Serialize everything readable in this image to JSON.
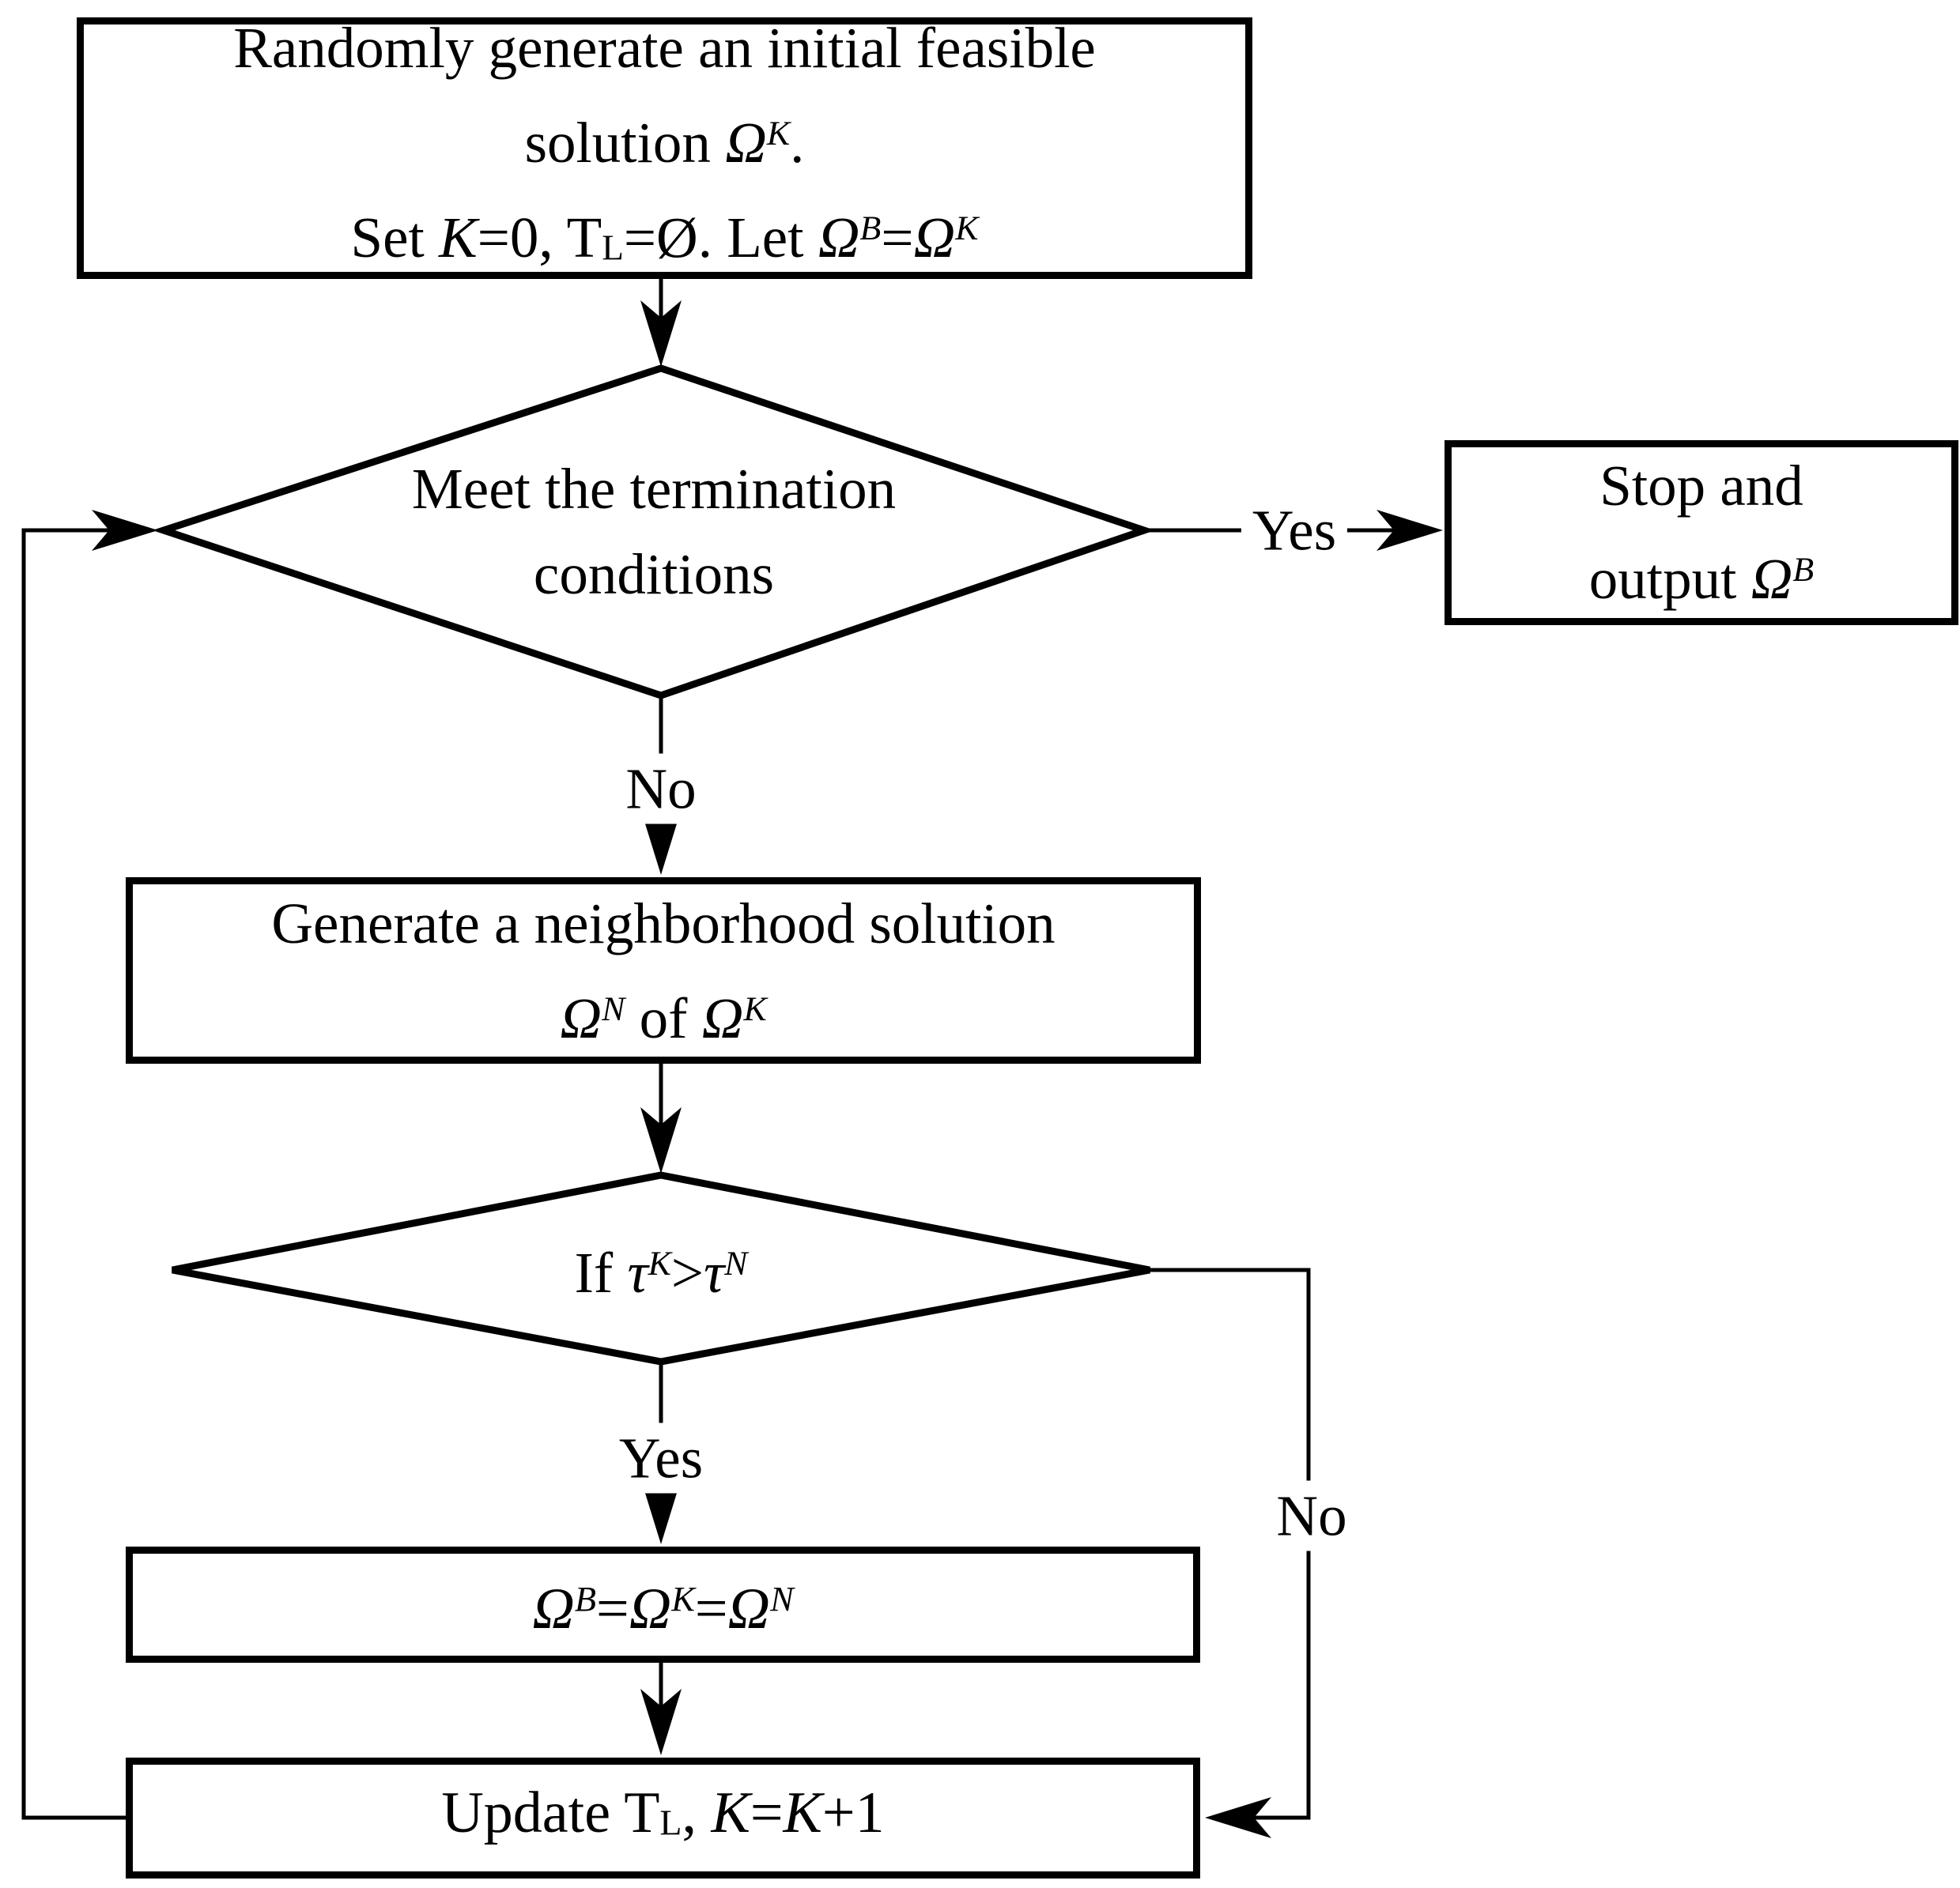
{
  "colors": {
    "stroke": "#000000",
    "background": "#ffffff"
  },
  "diagram_type": "flowchart",
  "nodes": {
    "start": {
      "shape": "rectangle",
      "line1": "Randomly generate an initial feasible",
      "line2": [
        {
          "t": "solution "
        },
        {
          "t": "Ω",
          "s": "i"
        },
        {
          "t": "K",
          "s": "i sup"
        },
        {
          "t": "."
        }
      ],
      "line3": [
        {
          "t": "Set "
        },
        {
          "t": "K",
          "s": "i"
        },
        {
          "t": "=0, T"
        },
        {
          "t": "L",
          "s": "sub"
        },
        {
          "t": "=Ø. Let "
        },
        {
          "t": "Ω",
          "s": "i"
        },
        {
          "t": "B",
          "s": "i sup"
        },
        {
          "t": "="
        },
        {
          "t": "Ω",
          "s": "i"
        },
        {
          "t": "K",
          "s": "i sup"
        }
      ]
    },
    "termination_decision": {
      "shape": "diamond",
      "line1": "Meet the termination",
      "line2": "conditions"
    },
    "stop": {
      "shape": "rectangle",
      "line1": "Stop and",
      "line2": [
        {
          "t": "output "
        },
        {
          "t": "Ω",
          "s": "i"
        },
        {
          "t": "B",
          "s": "i sup"
        }
      ]
    },
    "neighborhood": {
      "shape": "rectangle",
      "line1": "Generate a neighborhood solution",
      "line2": [
        {
          "t": "Ω",
          "s": "i"
        },
        {
          "t": "N",
          "s": "i sup"
        },
        {
          "t": " of "
        },
        {
          "t": "Ω",
          "s": "i"
        },
        {
          "t": "K",
          "s": "i sup"
        }
      ]
    },
    "tau_decision": {
      "shape": "diamond",
      "line1": [
        {
          "t": "If "
        },
        {
          "t": "τ",
          "s": "i"
        },
        {
          "t": "K",
          "s": "i sup"
        },
        {
          "t": ">"
        },
        {
          "t": "τ",
          "s": "i"
        },
        {
          "t": "N",
          "s": "i sup"
        }
      ]
    },
    "assign": {
      "shape": "rectangle",
      "line1": [
        {
          "t": "Ω",
          "s": "i"
        },
        {
          "t": "B",
          "s": "i sup"
        },
        {
          "t": "="
        },
        {
          "t": "Ω",
          "s": "i"
        },
        {
          "t": "K",
          "s": "i sup"
        },
        {
          "t": "="
        },
        {
          "t": "Ω",
          "s": "i"
        },
        {
          "t": "N",
          "s": "i sup"
        }
      ]
    },
    "update": {
      "shape": "rectangle",
      "line1": [
        {
          "t": "Update T"
        },
        {
          "t": "L",
          "s": "sub"
        },
        {
          "t": ", "
        },
        {
          "t": "K",
          "s": "i"
        },
        {
          "t": "="
        },
        {
          "t": "K",
          "s": "i"
        },
        {
          "t": "+1"
        }
      ]
    }
  },
  "edge_labels": {
    "termination_yes": "Yes",
    "termination_no": "No",
    "tau_yes": "Yes",
    "tau_no": "No"
  }
}
